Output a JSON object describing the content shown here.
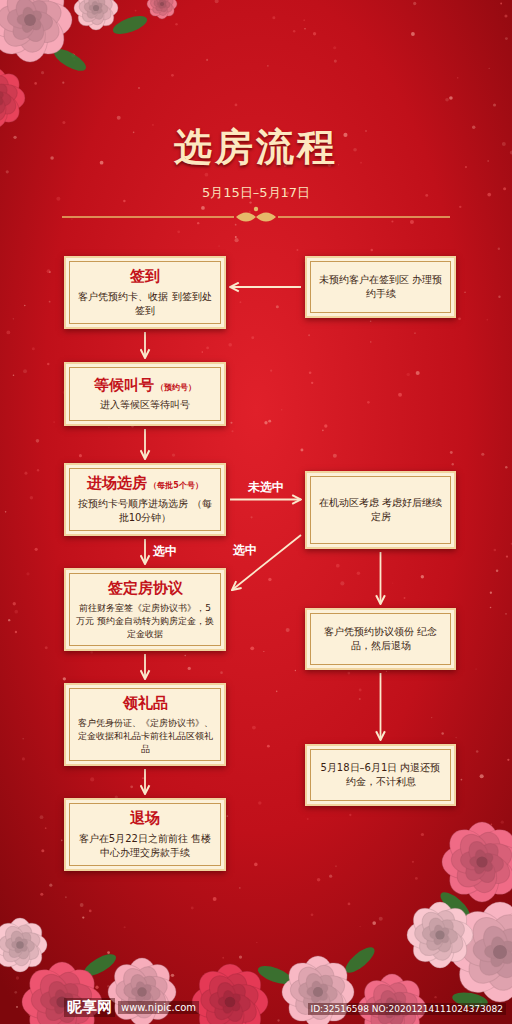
{
  "diagram": {
    "title": "选房流程",
    "nodes": [
      {
        "text": [
          "签到",
          "客户凭预约卡、收据 到签到处签到"
        ]
      },
      {
        "text": [
          "未预约客户在签到区 办理预约手续"
        ]
      },
      {
        "text": [
          "等候叫号",
          "（预约号）",
          "进入等候区等待叫号"
        ]
      },
      {
        "text": [
          "进场选房",
          "（每批5个号）",
          "按预约卡号顺序进场选房 （每批10分钟）"
        ]
      },
      {
        "text": [
          "在机动区考虑 考虑好后继续定房"
        ]
      },
      {
        "text": [
          "签定房协议",
          "前往财务室签《定房协议书》，5万元 预约金自动转为购房定金，换定金收据"
        ]
      },
      {
        "text": [
          "客户凭预约协议领份 纪念品，然后退场"
        ]
      },
      {
        "text": [
          "领礼品",
          "客户凭身份证、《定房协议书》、 定金收据和礼品卡前往礼品区领礼品"
        ]
      },
      {
        "text": [
          "5月18日–6月1日 内退还预约金，不计利息"
        ]
      },
      {
        "text": [
          "退场",
          "客户在5月22日之前前往 售楼中心办理交房款手续"
        ]
      }
    ],
    "edges": [
      {
        "from": 1,
        "to": 0,
        "arrow": "to"
      },
      {
        "from": 0,
        "to": 2,
        "arrow": "to"
      },
      {
        "from": 2,
        "to": 3,
        "arrow": "to"
      },
      {
        "from": 3,
        "to": 4,
        "label": "未选中",
        "arrow": "to"
      },
      {
        "from": 3,
        "to": 5,
        "label": "选中",
        "arrow": "to"
      },
      {
        "from": 4,
        "to": 5,
        "label": "选中",
        "arrow": "to"
      },
      {
        "from": 5,
        "to": 7,
        "arrow": "to"
      },
      {
        "from": 7,
        "to": 9,
        "arrow": "to"
      },
      {
        "from": 4,
        "to": 6,
        "arrow": "to"
      },
      {
        "from": 6,
        "to": 8,
        "arrow": "to"
      }
    ],
    "labels": [
      "5月15日–5月17日",
      "昵享网",
      "www.nipic.com",
      "ID:32516598 NO:20201214111024373082"
    ]
  }
}
